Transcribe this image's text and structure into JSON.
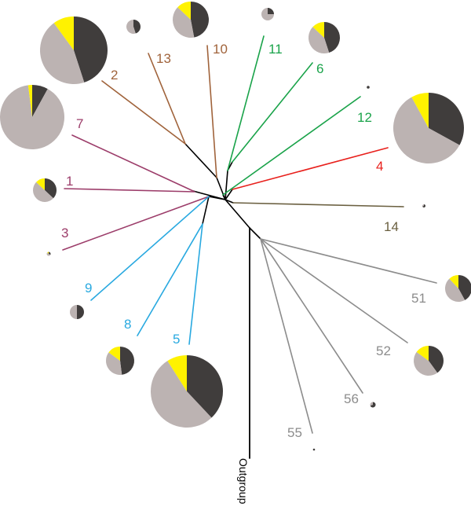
{
  "colors": {
    "dark": "#403d3c",
    "grey": "#bcb3b2",
    "yellow": "#fff200",
    "trunk": "#000000"
  },
  "outgroup": {
    "label": "Outgroup"
  },
  "clades": [
    {
      "label": "1",
      "color": "#9c3d6a",
      "pie": [
        0.37,
        0.5,
        0.13
      ]
    },
    {
      "label": "2",
      "color": "#a0633b",
      "pie": [
        0.45,
        0.45,
        0.1
      ]
    },
    {
      "label": "3",
      "color": "#9c3d6a",
      "pie": [
        0.33,
        0.55,
        0.12
      ]
    },
    {
      "label": "4",
      "color": "#e8201c",
      "pie": [
        0.33,
        0.59,
        0.08
      ]
    },
    {
      "label": "5",
      "color": "#29a9e0",
      "pie": [
        0.38,
        0.53,
        0.09
      ]
    },
    {
      "label": "6",
      "color": "#1aa34a",
      "pie": [
        0.45,
        0.42,
        0.13
      ]
    },
    {
      "label": "7",
      "color": "#9c3d6a",
      "pie": [
        0.08,
        0.9,
        0.02
      ]
    },
    {
      "label": "8",
      "color": "#29a9e0",
      "pie": [
        0.48,
        0.37,
        0.15
      ]
    },
    {
      "label": "9",
      "color": "#29a9e0",
      "pie": [
        0.5,
        0.5,
        0.0
      ]
    },
    {
      "label": "10",
      "color": "#a0633b",
      "pie": [
        0.47,
        0.4,
        0.13
      ]
    },
    {
      "label": "11",
      "color": "#1aa34a",
      "pie": [
        0.25,
        0.75,
        0.0
      ]
    },
    {
      "label": "12",
      "color": "#1aa34a",
      "pie": [
        1.0,
        0.0,
        0.0
      ]
    },
    {
      "label": "13",
      "color": "#a0633b",
      "pie": [
        0.45,
        0.55,
        0.0
      ]
    },
    {
      "label": "14",
      "color": "#6b6041",
      "pie": [
        0.7,
        0.3,
        0.0
      ]
    },
    {
      "label": "51",
      "color": "#8c8c8c",
      "pie": [
        0.42,
        0.46,
        0.12
      ]
    },
    {
      "label": "52",
      "color": "#8c8c8c",
      "pie": [
        0.4,
        0.45,
        0.15
      ]
    },
    {
      "label": "55",
      "color": "#8c8c8c",
      "pie": [
        1.0,
        0.0,
        0.0
      ]
    },
    {
      "label": "56",
      "color": "#8c8c8c",
      "pie": [
        0.7,
        0.3,
        0.0
      ]
    }
  ]
}
